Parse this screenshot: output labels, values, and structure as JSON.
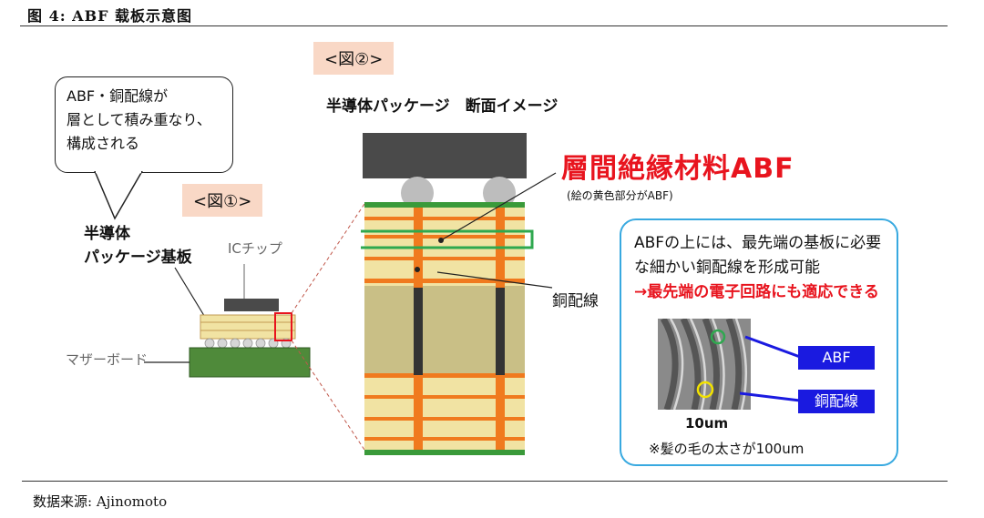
{
  "figure_title": "图 4:  ABF 载板示意图",
  "source": "数据来源:  Ajinomoto",
  "callout": [
    "ABF・銅配線が",
    "層として積み重なり、",
    "構成される"
  ],
  "tag1": "<図①>",
  "tag2": "<図②>",
  "substrate_label": [
    "半導体",
    "パッケージ基板"
  ],
  "ic_chip_label": "ICチップ",
  "motherboard_label": "マザーボード",
  "cross_section_title": "半導体パッケージ　断面イメージ",
  "abf_title": "層間絶縁材料ABF",
  "abf_note": "(絵の黄色部分がABF)",
  "copper_label": "銅配線",
  "info": {
    "line1": "ABFの上には、最先端の基板に必要",
    "line2": "な細かい銅配線を形成可能",
    "line3": "→最先端の電子回路にも適応できる",
    "abf_tag": "ABF",
    "copper_tag": "銅配線",
    "scale": "10um",
    "hair_note": "※髪の毛の太さが100um"
  },
  "colors": {
    "abf_yellow": "#f1e3a3",
    "copper": "#f07a1e",
    "green_ring": "#2fa84f",
    "red": "#e8141e",
    "blue": "#38a9e0",
    "board_green": "#4f8a3a"
  }
}
